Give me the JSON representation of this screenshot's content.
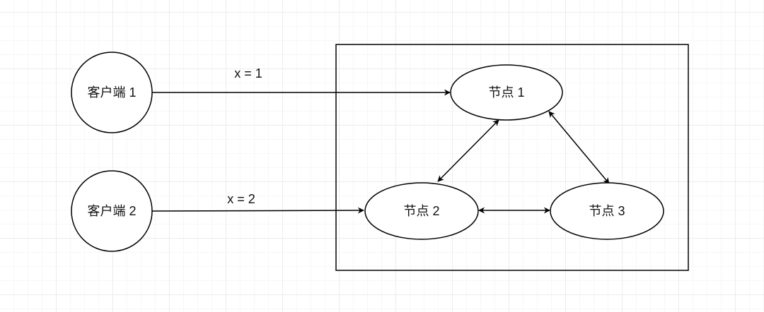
{
  "diagram": {
    "nodes": {
      "client1": "客户端 1",
      "client2": "客户端 2",
      "node1": "节点 1",
      "node2": "节点 2",
      "node3": "节点 3"
    },
    "edges": {
      "client1_to_node1": "x = 1",
      "client2_to_node2": "x = 2"
    },
    "colors": {
      "stroke": "#000000",
      "text": "#111111",
      "background": "#ffffff",
      "grid": "#ececec"
    }
  }
}
